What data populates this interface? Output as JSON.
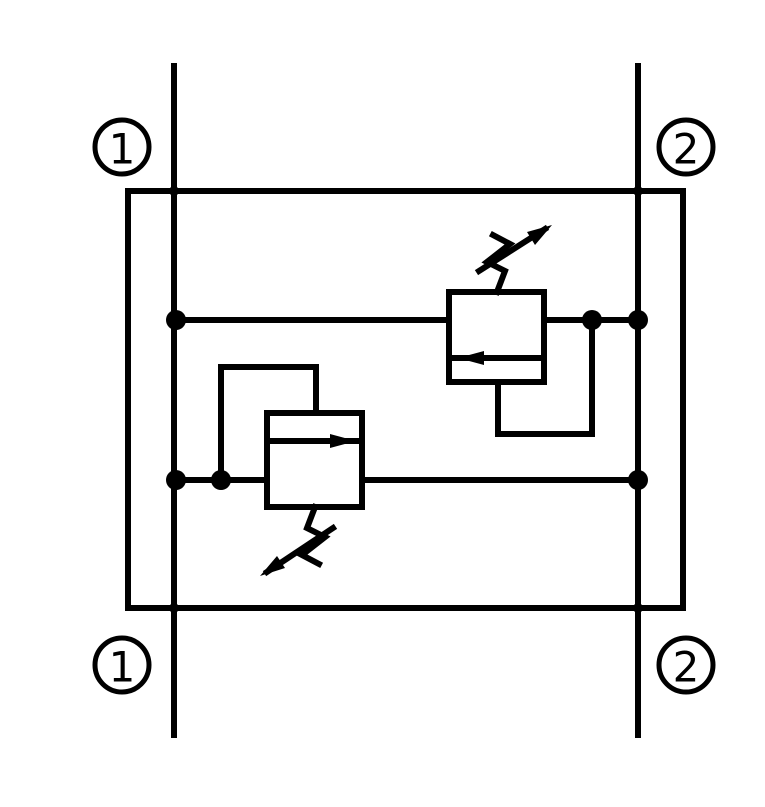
{
  "ports": {
    "top_left": "1",
    "top_right": "2",
    "bottom_left": "1",
    "bottom_right": "2"
  },
  "colors": {
    "stroke": "#000000",
    "background": "#ffffff"
  }
}
